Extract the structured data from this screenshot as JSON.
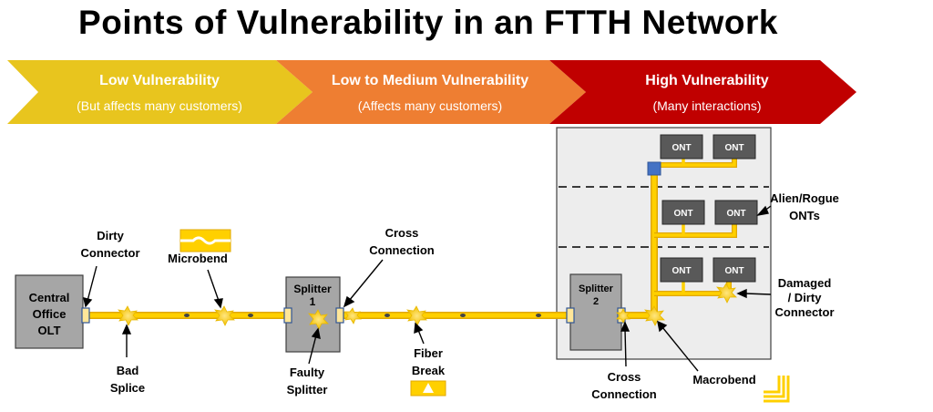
{
  "title": "Points of Vulnerability in an FTTH Network",
  "bands": [
    {
      "label": "Low Vulnerability",
      "sub": "(But affects many customers)",
      "color": "#E8C51E"
    },
    {
      "label": "Low to Medium Vulnerability",
      "sub": "(Affects many customers)",
      "color": "#EE7E32"
    },
    {
      "label": "High Vulnerability",
      "sub": "(Many interactions)",
      "color": "#C00000"
    }
  ],
  "nodes": {
    "olt": [
      "Central",
      "Office",
      "OLT"
    ],
    "splitter1": [
      "Splitter",
      "1"
    ],
    "splitter2": [
      "Splitter",
      "2"
    ],
    "ont": "ONT"
  },
  "callouts": {
    "dirty_connector": [
      "Dirty",
      "Connector"
    ],
    "microbend": "Microbend",
    "bad_splice": [
      "Bad",
      "Splice"
    ],
    "faulty_splitter": [
      "Faulty",
      "Splitter"
    ],
    "cross_connection_1": [
      "Cross",
      "Connection"
    ],
    "fiber_break": [
      "Fiber",
      "Break"
    ],
    "cross_connection_2": [
      "Cross",
      "Connection"
    ],
    "macrobend": "Macrobend",
    "alien_rogue": [
      "Alien/Rogue",
      "ONTs"
    ],
    "damaged_dirty": [
      "Damaged",
      "/ Dirty",
      "Connector"
    ]
  },
  "colors": {
    "fiber": "#FFD000",
    "fiber_edge": "#E0A800",
    "box_fill": "#A6A6A6",
    "ont_fill": "#595959",
    "zone_fill": "#EDEDED",
    "connector": "#2F5597",
    "square": "#4472C4"
  }
}
